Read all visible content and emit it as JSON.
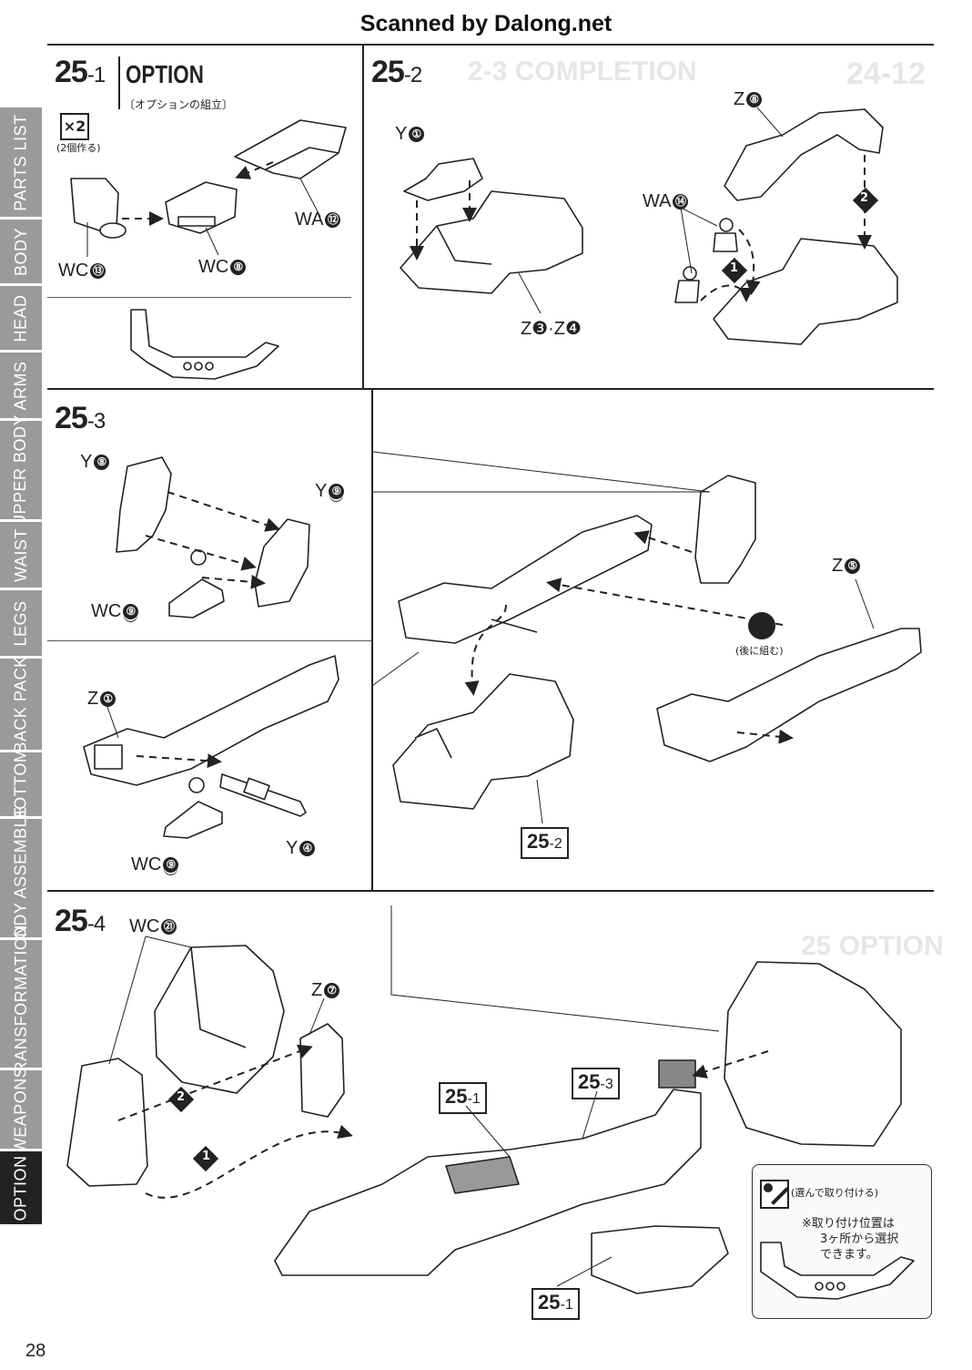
{
  "header": "Scanned by Dalong.net",
  "page_number": "28",
  "sidebar": [
    {
      "label": "PARTS LIST",
      "active": false
    },
    {
      "label": "BODY",
      "active": false
    },
    {
      "label": "HEAD",
      "active": false
    },
    {
      "label": "ARMS",
      "active": false
    },
    {
      "label": "UPPER BODY",
      "active": false
    },
    {
      "label": "WAIST",
      "active": false
    },
    {
      "label": "LEGS",
      "active": false
    },
    {
      "label": "BACK PACK",
      "active": false
    },
    {
      "label": "BOTTOM",
      "active": false
    },
    {
      "label": "BODY ASSEMBLE",
      "active": false
    },
    {
      "label": "TRANSFORMATION",
      "active": false
    },
    {
      "label": "WEAPONS",
      "active": false
    },
    {
      "label": "OPTION",
      "active": true
    }
  ],
  "steps": {
    "s25_1": {
      "num": "25",
      "sub": "-1",
      "title": "OPTION",
      "subtitle": "〔オプションの組立〕",
      "multiplier": "×2",
      "multiplier_note": "(2個作る)",
      "parts": {
        "wa12": "WA",
        "wa12_n": "⑫",
        "wc13": "WC",
        "wc13_n": "⑬",
        "wc8": "WC",
        "wc8_n": "⑧"
      }
    },
    "s25_2": {
      "num": "25",
      "sub": "-2",
      "parts": {
        "y1": "Y",
        "y1_n": "①",
        "z3z4": "Z❸·Z❹",
        "z8": "Z",
        "z8_n": "⑧",
        "wa14": "WA",
        "wa14_n": "⑭"
      },
      "bg_text": "2-3 COMPLETION",
      "bg_step": "24-12"
    },
    "s25_3": {
      "num": "25",
      "sub": "-3",
      "parts": {
        "y8": "Y",
        "y8_n": "⑧",
        "y9": "Y",
        "y9_n": "⑨",
        "wc9a": "WC",
        "wc9a_n": "⑨",
        "z1": "Z",
        "z1_n": "①",
        "wc9b": "WC",
        "wc9b_n": "⑨",
        "y4": "Y",
        "y4_n": "④",
        "z5": "Z",
        "z5_n": "⑤"
      },
      "later_note": "(後に組む)",
      "ref": "25",
      "ref_sub": "-2"
    },
    "s25_4": {
      "num": "25",
      "sub": "-4",
      "parts": {
        "wc21": "WC",
        "wc21_n": "㉑",
        "z7": "Z",
        "z7_n": "⑦"
      },
      "ref_a": "25",
      "ref_a_sub": "-1",
      "ref_b": "25",
      "ref_b_sub": "-3",
      "ref_c": "25",
      "ref_c_sub": "-1",
      "note_title": "(選んで取り付ける)",
      "note_text": [
        "※取り付け位置は",
        "3ヶ所から選択",
        "できます。"
      ],
      "bg_text": "25 OPTION"
    }
  },
  "order_marks": {
    "one": "1",
    "two": "2"
  }
}
